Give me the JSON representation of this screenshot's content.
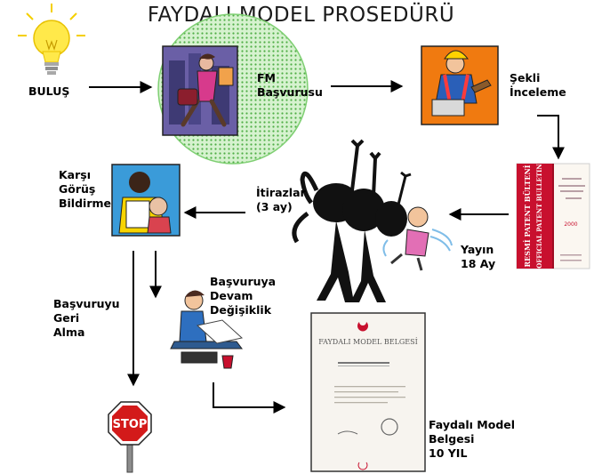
{
  "title": "FAYDALI MODEL PROSEDÜRÜ",
  "nodes": {
    "invention": "BULUŞ",
    "application": [
      "FM",
      "Başvurusu"
    ],
    "formal_exam": [
      "Şekli",
      "İnceleme"
    ],
    "publication": [
      "Yayın",
      "18 Ay"
    ],
    "objections": [
      "İtirazlar",
      "(3 ay)"
    ],
    "counter_opinion": [
      "Karşı",
      "Görüş",
      "Bildirme"
    ],
    "withdraw": [
      "Başvuruyu",
      "Geri",
      "Alma"
    ],
    "continue_change": [
      "Başvuruya",
      "Devam",
      "Değişiklik"
    ],
    "certificate": [
      "Faydalı Model",
      "Belgesi",
      "10 YIL"
    ]
  },
  "bulletin": {
    "spine_tr": "RESMİ PATENT BÜLTENİ",
    "spine_en": "OFFICIAL PATENT BULLETIN",
    "year": "2000"
  },
  "certificate_doc": {
    "title": "FAYDALI MODEL BELGESİ"
  },
  "stop_sign": "STOP",
  "colors": {
    "arrow": "#000000",
    "circle_fill": "#b9e8b0",
    "circle_stroke": "#55b24a",
    "stop_red": "#d31a1a",
    "bulletin_red": "#c8102e"
  }
}
